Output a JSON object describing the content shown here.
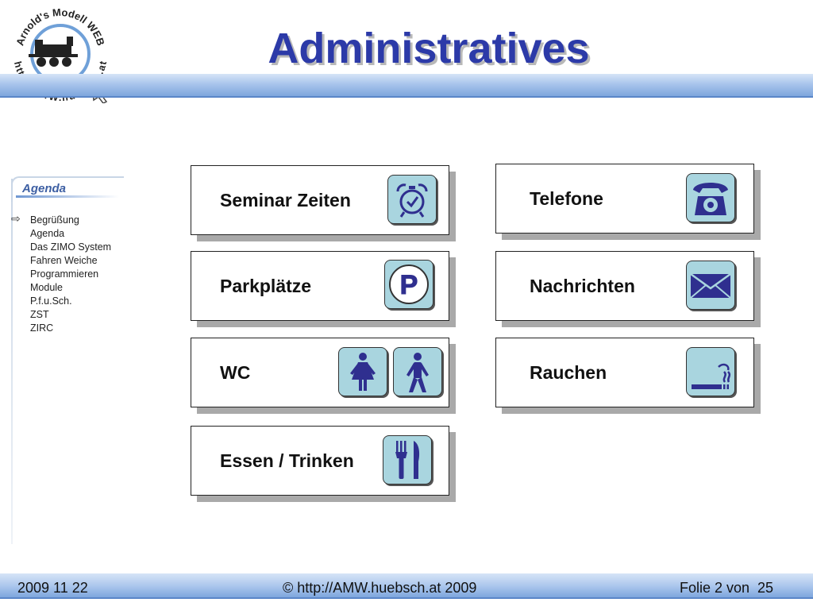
{
  "logo": {
    "top_text": "Arnold's Modell WEB",
    "bottom_text": "http://AMW.huebsch.at"
  },
  "title": "Administratives",
  "sidebar": {
    "heading": "Agenda",
    "current_marker_icon": "hollow-arrow-right-icon",
    "items": [
      "Begrüßung",
      "Agenda",
      "Das ZIMO System",
      "Fahren Weiche",
      "Programmieren",
      "Module",
      "P.f.u.Sch.",
      "ZST",
      "ZIRC"
    ]
  },
  "signs": {
    "seminar": {
      "label": "Seminar Zeiten",
      "icon": "alarm-clock-icon"
    },
    "parking": {
      "label": "Parkplätze",
      "icon": "parking-icon",
      "icon_letter": "P"
    },
    "wc": {
      "label": "WC",
      "icons": [
        "woman-icon",
        "man-icon"
      ]
    },
    "food": {
      "label": "Essen / Trinken",
      "icon": "fork-knife-icon"
    },
    "phone": {
      "label": "Telefone",
      "icon": "telephone-icon"
    },
    "messages": {
      "label": "Nachrichten",
      "icon": "envelope-icon"
    },
    "smoking": {
      "label": "Rauchen",
      "icon": "cigarette-icon"
    }
  },
  "colors": {
    "title": "#2c3aa8",
    "icon_fill": "#a9d5df",
    "icon_ink": "#2f2f8f",
    "header_band": "#a9c5ec"
  },
  "footer": {
    "date": "2009 11 22",
    "copyright": "© http://AMW.huebsch.at 2009",
    "slide_label": "Folie 2 von  25"
  }
}
